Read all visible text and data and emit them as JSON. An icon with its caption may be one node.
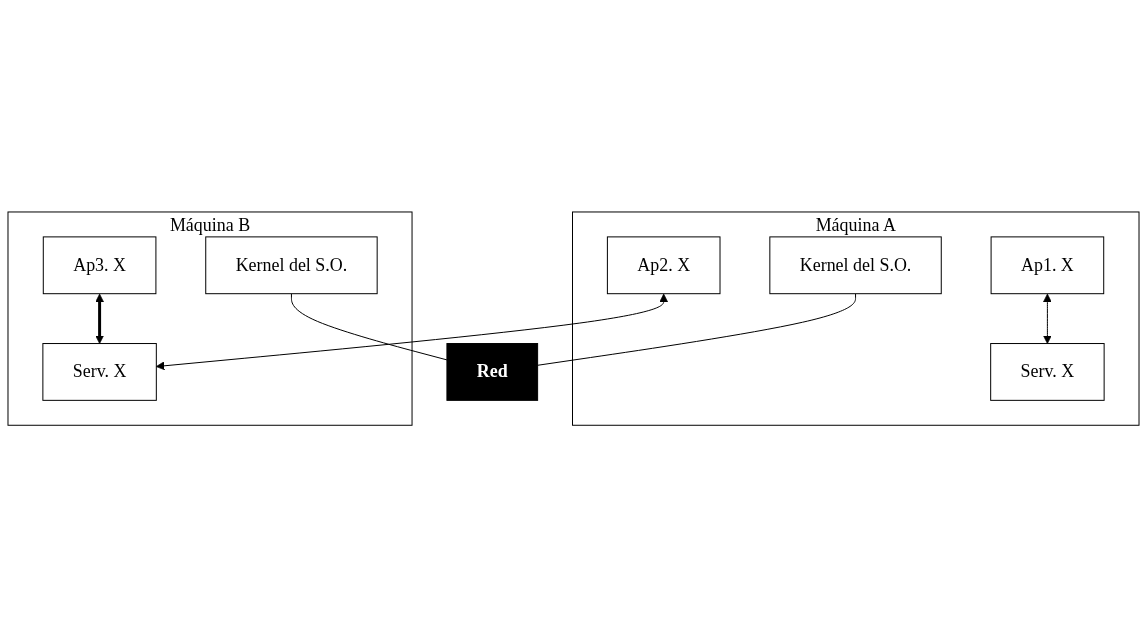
{
  "diagram": {
    "nodes": [
      {
        "text": [
          "Máquina A"
        ]
      },
      {
        "text": [
          "Ap1. X"
        ],
        "in": 0
      },
      {
        "text": [
          "Ap2. X"
        ],
        "in": 0
      },
      {
        "text": [
          "Serv. X"
        ],
        "in": 0
      },
      {
        "text": [
          "Kernel del S.O."
        ],
        "in": 0
      },
      {
        "text": [
          "Máquina B"
        ]
      },
      {
        "text": [
          "Ap3. X"
        ],
        "in": 5
      },
      {
        "text": [
          "Serv. X"
        ],
        "in": 5
      },
      {
        "text": [
          "Kernel del S.O."
        ],
        "in": 5
      },
      {
        "text": [
          "Red"
        ]
      }
    ],
    "edges": [
      {
        "from": 1,
        "to": 3,
        "arrow": "both"
      },
      {
        "from": 2,
        "to": 7,
        "arrow": "both"
      },
      {
        "from": 6,
        "to": 7,
        "arrow": "both",
        "style": "thick"
      },
      {
        "from": 4,
        "to": 9,
        "arrow": "none"
      },
      {
        "from": 8,
        "to": 9,
        "arrow": "none"
      }
    ]
  }
}
